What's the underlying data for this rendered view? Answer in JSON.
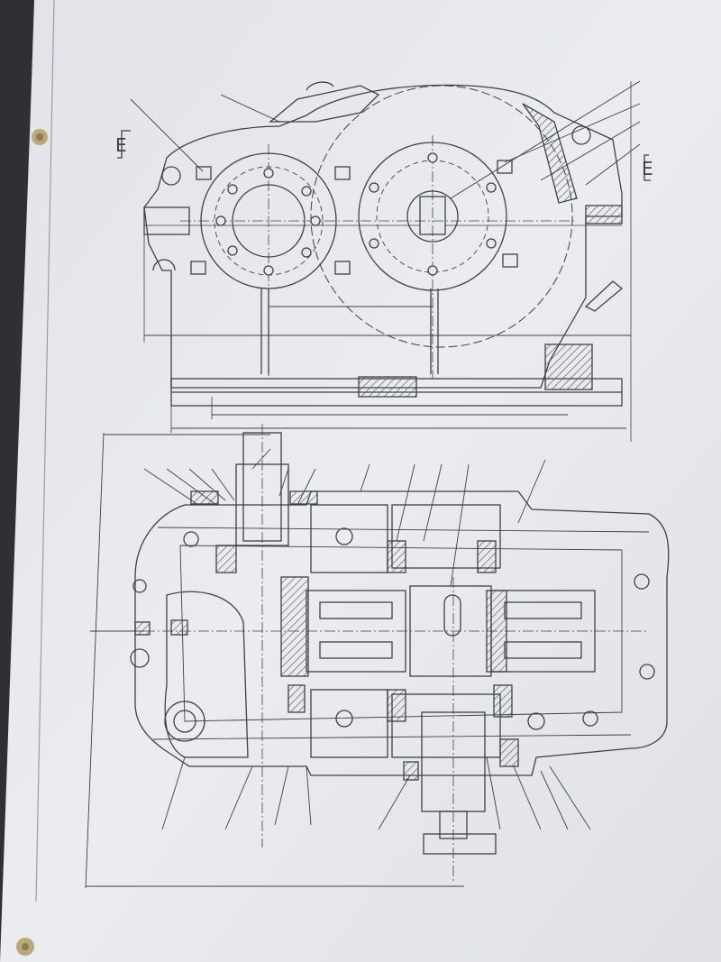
{
  "scene": {
    "subject": "gearbox-reducer-engineering-drawing",
    "views": [
      "front-elevation",
      "top-section"
    ],
    "colors": {
      "background": "#2e3034",
      "paper": "#e7e8ec",
      "paper_shade": "#d6d8dd",
      "ink": "#3e4148",
      "hatch": "#555a62",
      "pin_metal": "#b9a878"
    }
  },
  "page_labels": {
    "section_mark_left": "E",
    "section_mark_right": "E"
  }
}
